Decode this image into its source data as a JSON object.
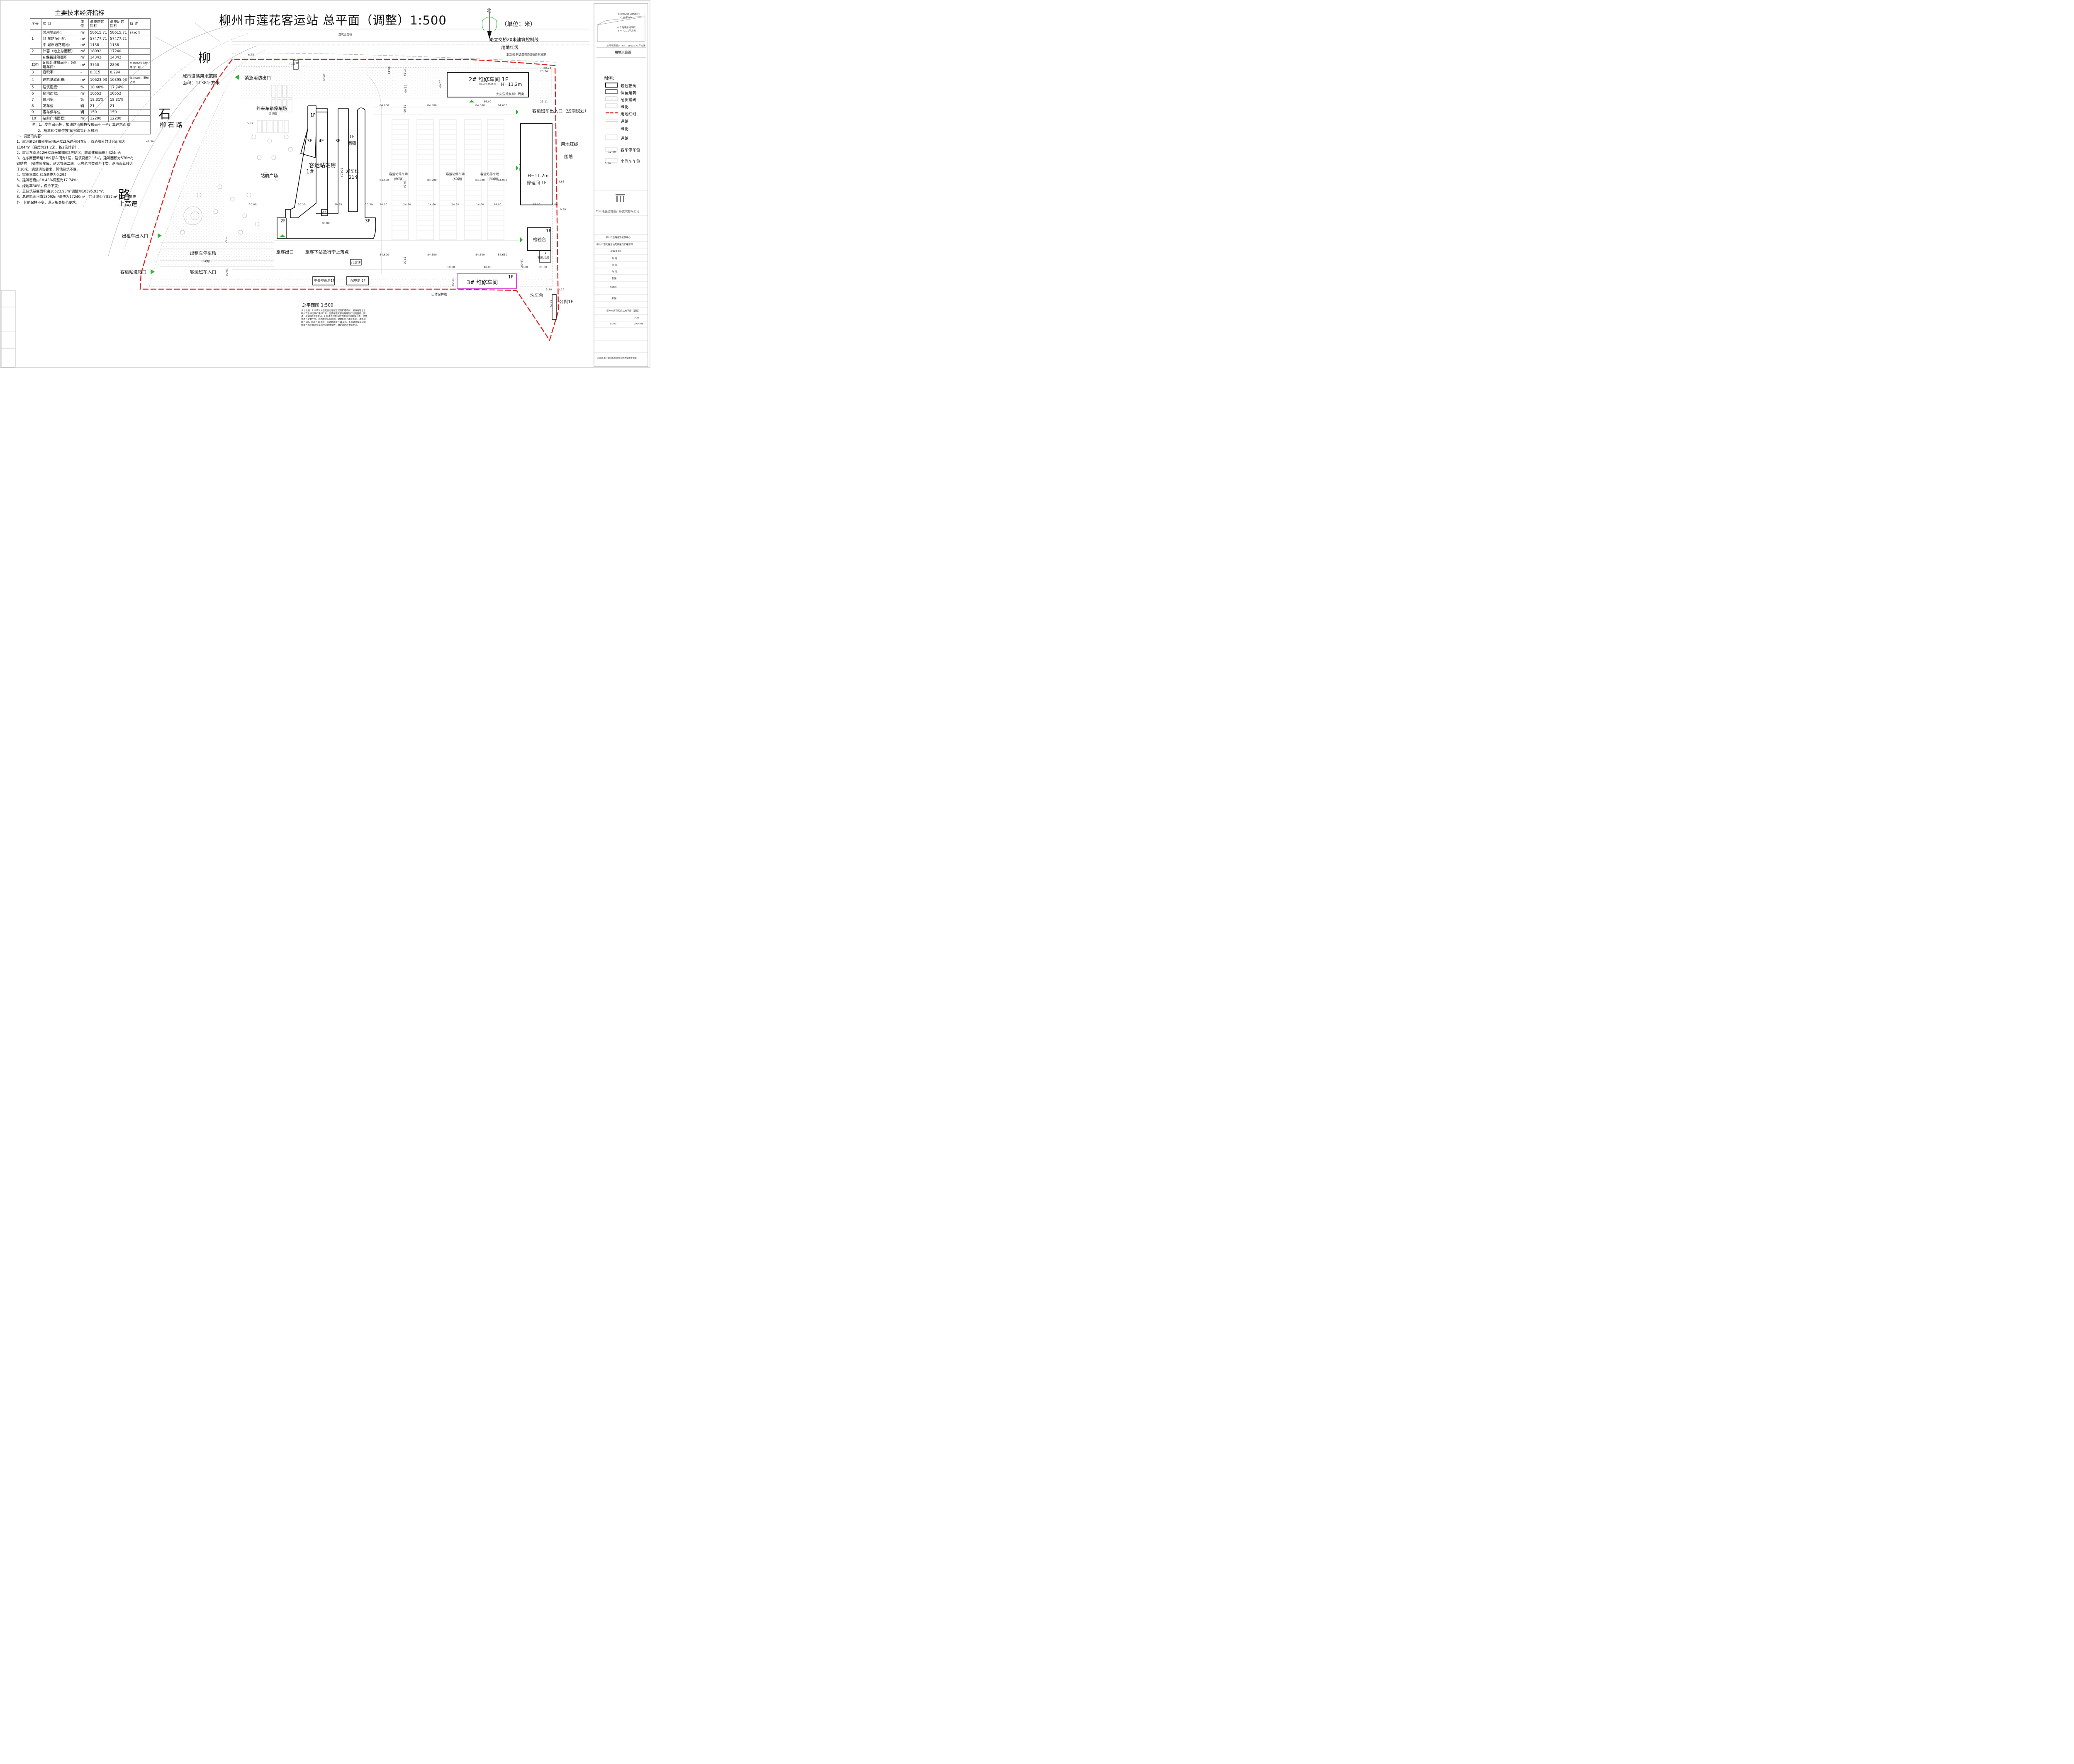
{
  "title": "柳州市莲花客运站 总平面（调整）1:500",
  "unit": "（单位：米）",
  "north": "北",
  "tech": {
    "title": "主要技术经济指标",
    "header": [
      "序号",
      "项 目",
      "单位",
      "调整前的指标",
      "调整后的指标",
      "备 注"
    ],
    "rows": [
      [
        "",
        "总用地面积:",
        "m²",
        "58615.71",
        "58615.71",
        "87.92亩"
      ],
      [
        "1",
        "其 车站净用地:",
        "m²",
        "57477.71",
        "57477.71",
        ""
      ],
      [
        "",
        "中 城市道路用地:",
        "m²",
        "1138",
        "1138",
        ""
      ],
      [
        "2",
        "计容（地上总面积）",
        "m²",
        "18092",
        "17240",
        ""
      ],
      [
        "",
        "a 保留建筑面积",
        "m²",
        "14342",
        "14342",
        ""
      ],
      [
        "其中",
        "b 规划建筑面积:（修理车间）",
        "m²",
        "3750",
        "2898",
        "层高超过8米按两倍计容"
      ],
      [
        "3",
        "容积率:",
        "-",
        "0.315",
        "0.294",
        ""
      ],
      [
        "4",
        "建筑基底面积:",
        "m²",
        "10623.93",
        "10395.93",
        "减少站房、罩棚占地"
      ],
      [
        "5",
        "建筑密度:",
        "%",
        "18.48%",
        "17.74%",
        ""
      ],
      [
        "6",
        "绿地面积:",
        "m²",
        "10552",
        "10552",
        ""
      ],
      [
        "7",
        "绿地率:",
        "%",
        "18.31%",
        "18.31%",
        ""
      ],
      [
        "8",
        "发车位:",
        "辆",
        "21",
        "21",
        ""
      ],
      [
        "9",
        "客车停车位",
        "辆",
        "150",
        "150",
        ""
      ],
      [
        "10",
        "站前广场面积:",
        "m²",
        "12200",
        "12200",
        ""
      ]
    ],
    "note1": "注：1、发车廊雨棚、加油站雨棚按投影面积一半计算建筑面积",
    "note2": "2、植草砖停车位按面积50%计入绿地"
  },
  "adjust_notes": [
    "一、调整的内容:",
    "1、取消原2#维修车间46米X12米跨部分车间，取消部分的计容面积为1104m²（高度为11.2米，按2倍计容）;",
    "2、取消东南角12米X15米罩棚和2层站房，取消建筑面积为324m²;",
    "3、在东南面新增3#维修车间为1层，建筑高度7.15米，建筑面积为576m²;钢结构，为Ⅱ类修车库，耐火等级二级，火灾危险类别为丁类。退南面红线大于10米，满足消防要求，其他建筑不变。",
    "4、容积率由0.315调整为0.294;",
    "5、建筑密度由18.48%调整为17.74%;",
    "6、绿地率30%，保持不变;",
    "7、总建筑基底面积由10623.93m²调整为10395.93m²;",
    "8、总建筑面积由18092m²调整为17240m²，共计减少了852m²;除以上调整外，其他保持不变，满足相关规范要求。"
  ],
  "plan": {
    "road_chars": [
      "柳",
      "石",
      "路"
    ],
    "road_liushi": "柳 石 路",
    "road_gaosu": "上高速",
    "bridge_label": "莲花立交桥",
    "city_road_range": "城市道路用地范围",
    "city_road_area": "面积：1138平方米",
    "emergency_exit": "紧急消防出口",
    "guard1": "门卫1F",
    "guard2": "门卫1F",
    "ext_parking": "外来车辆停车场",
    "ext_parking_count": "(39辆)",
    "station_building": "客运站站房",
    "station_no": "1#",
    "floor_1f": "1F",
    "floor_3f_a": "3F",
    "floor_4f": "4F",
    "floor_3f_b": "3F",
    "floor_1f_b": "1F",
    "canopy": "雨篷",
    "departure": "发车位",
    "departure_count": "21个",
    "floor_2f": "2F",
    "floor_3f_c": "3F",
    "floor_6f": "6F",
    "front_plaza": "站前广场",
    "taxi_exit_entry": "出租车出入口",
    "taxi_parking": "出租车停车场",
    "taxi_count": "(54辆)",
    "station_entry": "客运站进站口",
    "bus_entry": "客运班车入口",
    "passenger_exit": "旅客出口",
    "dropoff": "旅客下站及行李上落点",
    "ac_room": "中央空调房1F",
    "power_room": "配电房 1F",
    "setback_label": "退立交桥20米建筑控制线",
    "landline": "用地红线",
    "added_road": "本次规划调整增加的规划道路",
    "repair2": "2# 维修车间 1F",
    "repair2_h": "H=11.2m",
    "repair2_fire": "火灾危险类别：丙类",
    "repair2_elev": "±0.000(84.750)",
    "bus_exit_entry": "客运班车出入口（远期规划）",
    "landline2": "用地红线",
    "wall": "围墙",
    "lot1": "客运站停车场",
    "lot1_count": "(60辆)",
    "lot2": "客运站停车场",
    "lot2_count": "(60辆)",
    "lot3": "客运站停车场",
    "lot3_count": "(30辆)",
    "repair_room_h": "H=11.2m",
    "repair_room": "修理间 1F",
    "inspection_f": "1F",
    "inspection": "检验台",
    "aux_f": "1F",
    "aux": "辅助用房",
    "repair3": "3# 维修车间",
    "repair3_f": "1F",
    "wash": "洗车台",
    "toilet": "公厕1F",
    "slope": "山体保护线",
    "plan_title": "总平面图 1:500"
  },
  "dims": {
    "d1": "6.75",
    "d2": "10.00",
    "d3": "12.00",
    "d4": "20.00",
    "d5": "29.24",
    "d6": "23.74",
    "d7": "66.00",
    "d8": "23.11",
    "d9": "84.600",
    "d10": "84.500",
    "d11": "84.600",
    "d12": "84.650",
    "d13": "18.00",
    "d14": "10.50",
    "d15": "72.00",
    "d16": "84.600",
    "d17": "84.700",
    "d18": "84.800",
    "d19": "84.900",
    "d20": "20.20",
    "d21": "38.38",
    "d22": "10.39",
    "d23": "14.00",
    "d24": "24.90",
    "d25": "14.00",
    "d26": "24.90",
    "d27": "14.00",
    "d28": "14.00",
    "d29": "25.00",
    "d30": "5.00",
    "d31": "9.88",
    "d32": "4.88",
    "d33": "80.08",
    "d34": "10.00",
    "d35": "5.72",
    "d36": "41.50",
    "d37": "84.600",
    "d38": "84.500",
    "d39": "84.600",
    "d40": "84.650",
    "d41": "17.50",
    "d42": "48.00",
    "d43": "21.00",
    "d44": "9.00",
    "d45": "10.00",
    "d46": "12.00",
    "d47": "3.30",
    "d48": "1.19",
    "d49": "16.74",
    "d50": "18.60",
    "d51": "2.10",
    "d52": "10.00",
    "d53": "104.17",
    "d54": "17.29",
    "d55": "30.43"
  },
  "legend": {
    "title": "图例：",
    "items": [
      "规划建筑",
      "保留建筑",
      "硬质铺砖",
      "绿化",
      "用地红线",
      "道路",
      "绿化",
      "道路",
      "客车停车位",
      "小汽车车位"
    ],
    "bus_dim": "12.00",
    "car_dim": "5.50"
  },
  "inset": {
    "b_label": "B:城市道路用地面积：",
    "b_value": "1138平方米",
    "a_label": "A:车站净用地面积：",
    "a_value": "57477.71平方米",
    "total": "总用地面积(A+B)： 58615.71平方米",
    "caption": "用地示意图"
  },
  "title_block": {
    "company": "广州博厦建筑设计研究院有限公司",
    "client": "柳州市道路运输发展中心",
    "project": "柳州市莲花客运站配套建筑扩建项目",
    "date": "J/2024-03",
    "names": [
      "陈 可",
      "陈 可",
      "陈 可",
      "张健",
      "李喜林",
      "张健"
    ],
    "drawing": "柳州市莲花客运站总平面（调整）",
    "scale": "1:100",
    "sheet": "JF-01",
    "year": "2024.08",
    "footer": "此图纸未经审图机构审查合格不得用于施工"
  },
  "design_notes": "设计说明：1.本项目为莲花客运站配套建筑扩建项目，项目用地位于柳州市鱼峰区柳石路291号，主要在莲花客运站用地红线范围内，拟建一栋1层的修理车间。2.拟建修理车间位于用地红线的东北角，建筑性质为配套厂房，结构类型为钢结构，建筑朝向为南北朝向，建筑层数为1层，层高为10.8米，总建筑高度为11.2米。3.拟建修理车间的南面为莲花客运停车场地的硬质铺砖，满足消防救援的要求。",
  "colors": {
    "red_line": "#e02020",
    "magenta": "#d63ad6",
    "green": "#2fb52f",
    "road": "#d8b46a",
    "plan_line": "#555555"
  }
}
